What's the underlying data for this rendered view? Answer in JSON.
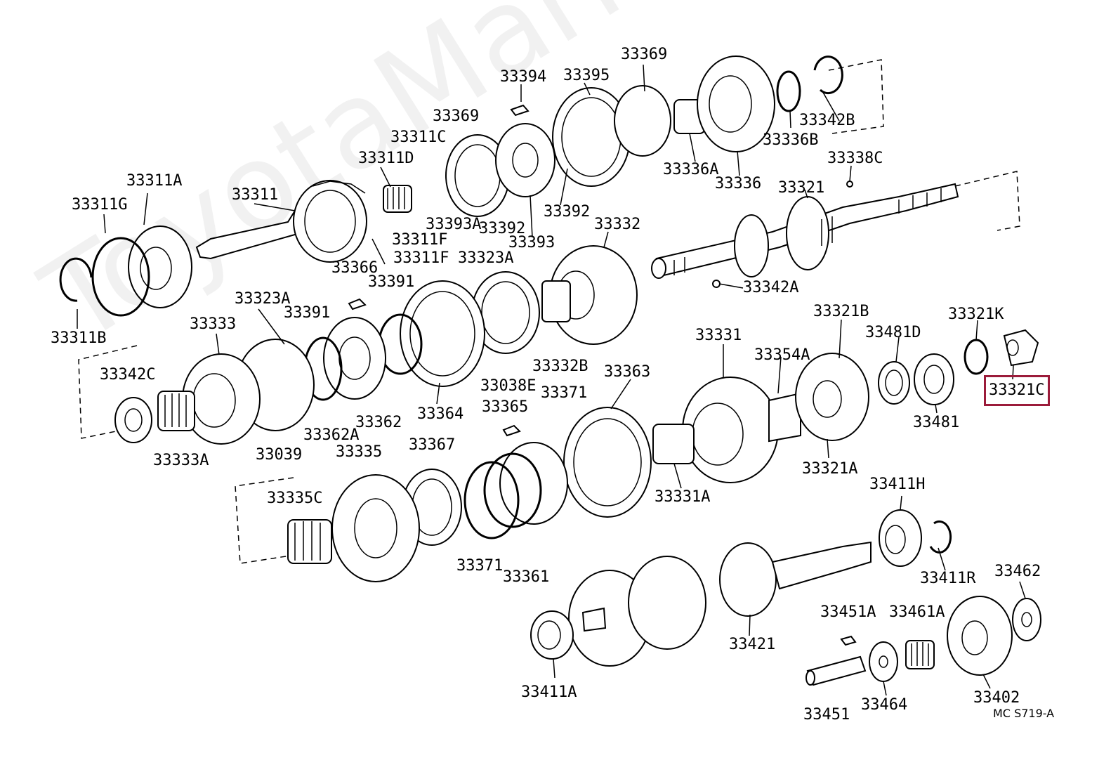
{
  "watermark": "ToyotaMarket.ru",
  "figure_code": "MC S719-A",
  "highlighted_part": "33321C",
  "labels": {
    "p33311": "33311",
    "p33311A": "33311A",
    "p33311G": "33311G",
    "p33311B": "33311B",
    "p33311D": "33311D",
    "p33311C": "33311C",
    "p33369a": "33369",
    "p33394": "33394",
    "p33395": "33395",
    "p33369b": "33369",
    "p33342B": "33342B",
    "p33336B": "33336B",
    "p33338C": "33338C",
    "p33336A": "33336A",
    "p33336": "33336",
    "p33321": "33321",
    "p33393A": "33393A",
    "p33392a": "33392",
    "p33392b": "33392",
    "p33393": "33393",
    "p33311Fa": "33311F",
    "p33311Fb": "33311F",
    "p33323Aa": "33323A",
    "p33332": "33332",
    "p33366": "33366",
    "p33391a": "33391",
    "p33342A": "33342A",
    "p33323Ab": "33323A",
    "p33391b": "33391",
    "p33333": "33333",
    "p33321B": "33321B",
    "p33321K": "33321K",
    "p33481D": "33481D",
    "p33331": "33331",
    "p33354A": "33354A",
    "p33342C": "33342C",
    "p33332B": "33332B",
    "p33363": "33363",
    "p33038E": "33038E",
    "p33371a": "33371",
    "p33362A": "33362A",
    "p33362": "33362",
    "p33364": "33364",
    "p33365": "33365",
    "p33321C": "33321C",
    "p33481": "33481",
    "p33333A": "33333A",
    "p33039": "33039",
    "p33335": "33335",
    "p33367": "33367",
    "p33321A": "33321A",
    "p33335C": "33335C",
    "p33331A": "33331A",
    "p33411H": "33411H",
    "p33371b": "33371",
    "p33361": "33361",
    "p33411R": "33411R",
    "p33462": "33462",
    "p33451A": "33451A",
    "p33461A": "33461A",
    "p33421": "33421",
    "p33411A": "33411A",
    "p33402": "33402",
    "p33464": "33464",
    "p33451": "33451"
  }
}
